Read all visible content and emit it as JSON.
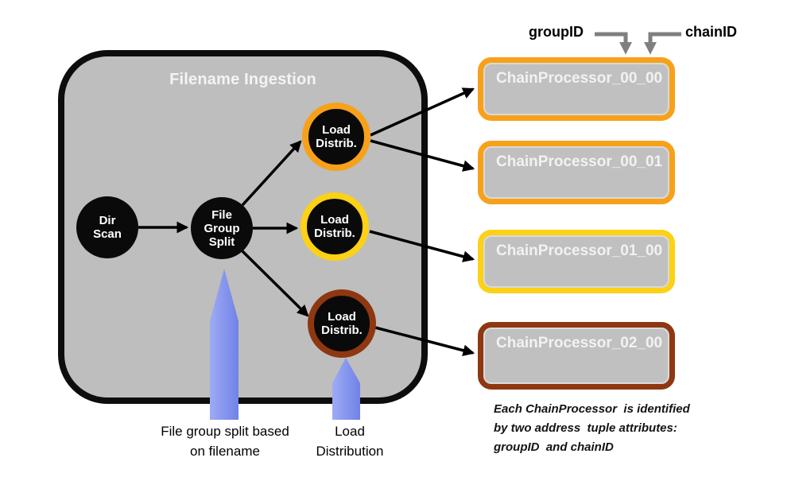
{
  "ingestion_box": {
    "title": "Filename Ingestion"
  },
  "nodes": {
    "dir_scan": {
      "lines": [
        "Dir",
        "Scan"
      ]
    },
    "file_group_split": {
      "lines": [
        "File",
        "Group",
        "Split"
      ]
    },
    "load_distrib": {
      "lines": [
        "Load",
        "Distrib."
      ]
    }
  },
  "processors": [
    {
      "label": "ChainProcessor_00_00",
      "ring_color": "#F7A11A"
    },
    {
      "label": "ChainProcessor_00_01",
      "ring_color": "#F7A11A"
    },
    {
      "label": "ChainProcessor_01_00",
      "ring_color": "#FCD116"
    },
    {
      "label": "ChainProcessor_02_00",
      "ring_color": "#8E3711"
    }
  ],
  "callouts": {
    "group_id": "groupID",
    "chain_id": "chainID"
  },
  "annotations": {
    "split_note": [
      "File group split based",
      "on filename"
    ],
    "load_note": [
      "Load",
      "Distribution"
    ],
    "identity_note": [
      "Each ChainProcessor  is identified",
      "by two address  tuple attributes:",
      "groupID  and chainID"
    ]
  },
  "colors": {
    "group_00_orange": "#F7A11A",
    "group_01_yellow": "#FCD116",
    "group_02_brown": "#8E3711",
    "container_fill_gray": "#BEBEBE",
    "processor_fill_gray": "#C0C0C0",
    "blue_pointer": "#8495EE",
    "connector_gray": "#7F7F7F",
    "arrow_black": "#000000"
  }
}
